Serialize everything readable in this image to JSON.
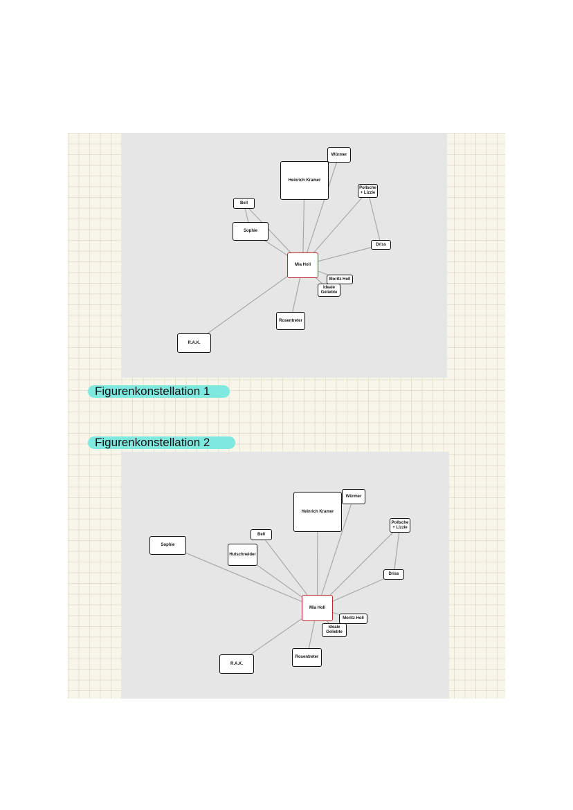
{
  "diagrams": [
    {
      "caption": "Figurenkonstellation 1",
      "nodes": [
        {
          "id": "wurmer",
          "label": "Würmer"
        },
        {
          "id": "kramer",
          "label": "Heinrich Kramer"
        },
        {
          "id": "pollsche",
          "label": "Pollsche\n+ Lizzie"
        },
        {
          "id": "bell",
          "label": "Bell"
        },
        {
          "id": "sophie",
          "label": "Sophie"
        },
        {
          "id": "driss",
          "label": "Driss"
        },
        {
          "id": "mia",
          "label": "Mia Holl"
        },
        {
          "id": "moritz",
          "label": "Moritz Holl"
        },
        {
          "id": "ideale",
          "label": "Ideale\nGeliebte"
        },
        {
          "id": "rosentreter",
          "label": "Rosentreter"
        },
        {
          "id": "rak",
          "label": "R.A.K."
        }
      ]
    },
    {
      "caption": "Figurenkonstellation 2",
      "nodes": [
        {
          "id": "kramer",
          "label": "Heinrich Kramer"
        },
        {
          "id": "wurmer",
          "label": "Würmer"
        },
        {
          "id": "pollsche",
          "label": "Pollsche\n+ Lizzie"
        },
        {
          "id": "bell",
          "label": "Bell"
        },
        {
          "id": "sophie",
          "label": "Sophie"
        },
        {
          "id": "hutschneider",
          "label": "Hutschneider"
        },
        {
          "id": "driss",
          "label": "Driss"
        },
        {
          "id": "mia",
          "label": "Mia Holl"
        },
        {
          "id": "moritz",
          "label": "Moritz Holl"
        },
        {
          "id": "ideale",
          "label": "Ideale\nGeliebte"
        },
        {
          "id": "rosentreter",
          "label": "Rosentreter"
        },
        {
          "id": "rak",
          "label": "R.A.K."
        }
      ]
    }
  ]
}
